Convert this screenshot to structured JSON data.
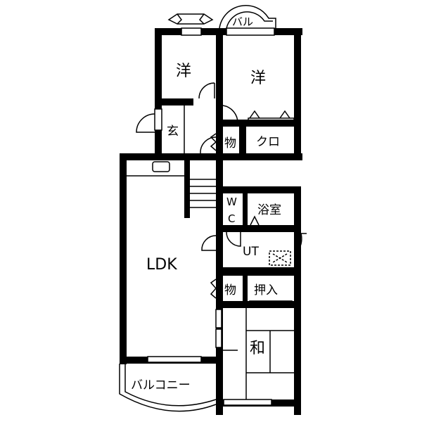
{
  "floor_plan": {
    "rooms": {
      "western_room_small": "洋",
      "western_room_large": "洋",
      "entrance": "玄",
      "storage_upper": "物",
      "closet": "クロ",
      "ldk": "LDK",
      "wc_w": "W",
      "wc_c": "C",
      "bathroom": "浴室",
      "utility": "UT",
      "storage_lower": "物",
      "oshiire": "押入",
      "japanese_room": "和",
      "balcony": "バルコニー",
      "balcony_small": "バル"
    }
  }
}
